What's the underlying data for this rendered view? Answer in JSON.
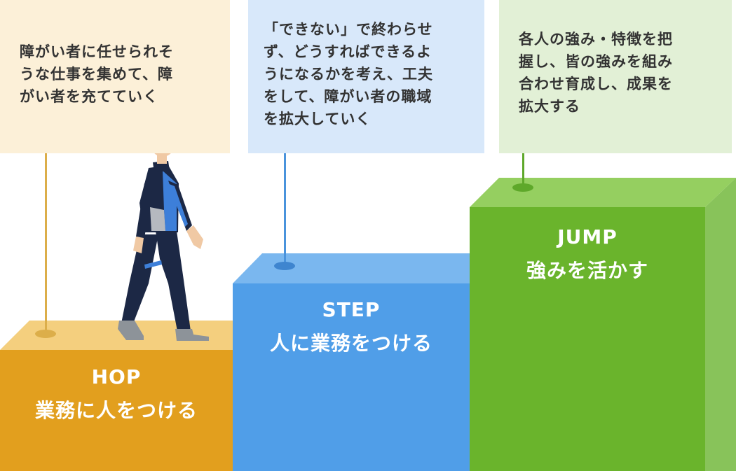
{
  "steps": [
    {
      "id": "hop",
      "title": "HOP",
      "subtitle": "業務に人をつける",
      "description_lines": [
        "障がい者に任せられそ",
        "うな仕事を集めて、障",
        "がい者を充てていく"
      ],
      "colors": {
        "front": "#e29f1e",
        "top": "#f4cf7e",
        "callout": "#fcf0d8",
        "pole": "#dcae4a"
      }
    },
    {
      "id": "step",
      "title": "STEP",
      "subtitle": "人に業務をつける",
      "description_lines": [
        "「できない」で終わらせ",
        "ず、どうすればできるよ",
        "うになるかを考え、工夫",
        "をして、障がい者の職域",
        "を拡大していく"
      ],
      "colors": {
        "front": "#509ee8",
        "top": "#7ab7ef",
        "callout": "#d8e8fa",
        "pole": "#4a93dc"
      }
    },
    {
      "id": "jump",
      "title": "JUMP",
      "subtitle": "強みを活かす",
      "description_lines": [
        "各人の強み・特徴を把",
        "握し、皆の強みを組み",
        "合わせ育成し、成果を",
        "拡大する"
      ],
      "colors": {
        "front": "#6ab42c",
        "top": "#95cf60",
        "side": "#88c35a",
        "callout": "#e2f0d6",
        "pole": "#5ea82a"
      }
    }
  ]
}
